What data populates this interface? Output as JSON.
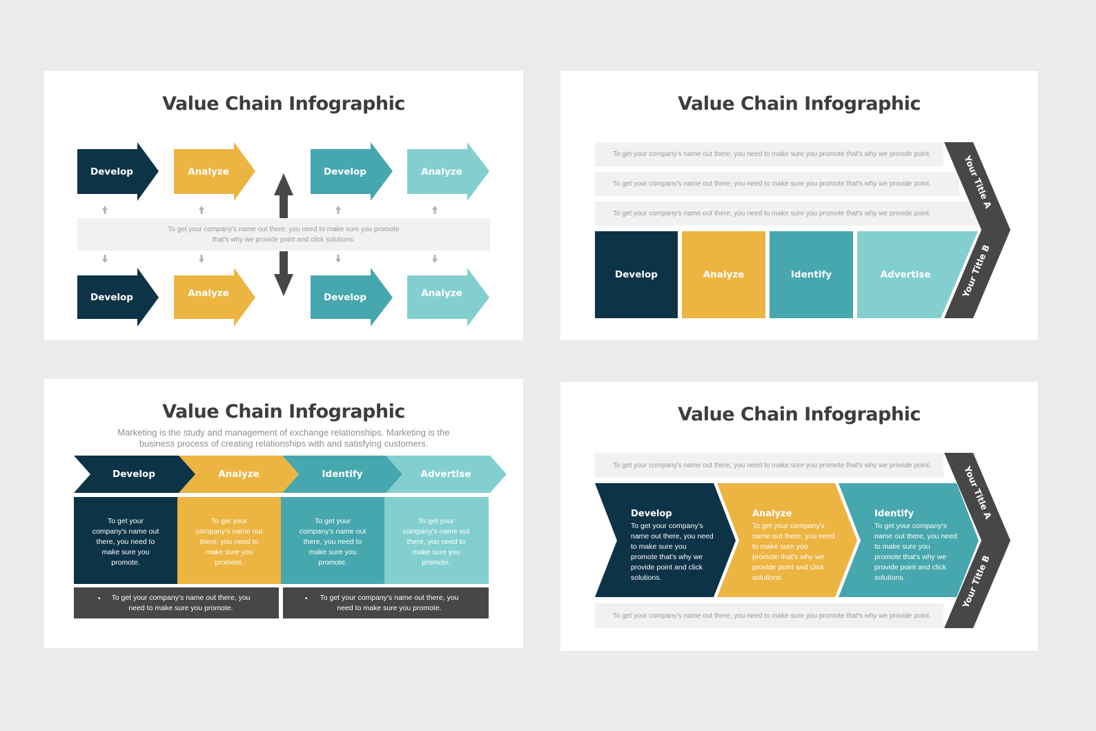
{
  "colors": {
    "navy": "#0d3347",
    "yellow": "#ecb441",
    "teal": "#46a7ae",
    "light_teal": "#83cfcf",
    "dark_gray": "#474747",
    "light_gray": "#f1f1f1"
  },
  "slide1": {
    "title": "Value Chain Infographic",
    "top_row": [
      "Develop",
      "Analyze",
      "Develop",
      "Analyze"
    ],
    "bottom_row": [
      "Develop",
      "Analyze",
      "Develop",
      "Analyze"
    ],
    "center_text": "To get your company's name out there, you need to make sure you promote that's why we provide point and click solutions."
  },
  "slide2": {
    "title": "Value Chain Infographic",
    "rows": [
      "To get your company's name out there, you need to make sure you promote that's why we provide point.",
      "To get your company's name out there, you need to make sure you promote that's why we provide point.",
      "To get your company's name out there, you need to make sure you promote that's why we provide point."
    ],
    "blocks": [
      "Develop",
      "Analyze",
      "Identify",
      "Advertise"
    ],
    "title_a": "Your Title A",
    "title_b": "Your Title B"
  },
  "slide3": {
    "title": "Value Chain Infographic",
    "subtitle": "Marketing is the study and management of exchange relationships. Marketing is the business process of creating relationships with and satisfying customers.",
    "chevrons": [
      "Develop",
      "Analyze",
      "Identify",
      "Advertise"
    ],
    "column_text": [
      "To get your company's name out there, you need to make sure you promote.",
      "To get your company's name out there, you need to make sure you promote.",
      "To get your company's name out there, you need to make sure you promote.",
      "To get your company's name out there, you need to make sure you promote."
    ],
    "bullets": [
      "To get your company's name out there, you need to make sure you promote.",
      "To get your company's name out there, you need to make sure you promote."
    ]
  },
  "slide4": {
    "title": "Value Chain Infographic",
    "top_row": "To get your company's name out there, you need to make sure you promote that's why we provide point.",
    "bottom_row": "To get your company's name out there, you need to make sure you promote that's why we provide point.",
    "chevrons": [
      {
        "title": "Develop",
        "text": "To get your company's name out there, you need to make sure you promote that's why we provide point and click solutions."
      },
      {
        "title": "Analyze",
        "text": "To get your company's name out there, you need to make sure you promote that's why we provide point and click solutions."
      },
      {
        "title": "Identify",
        "text": "To get your company's name out there, you need to make sure you promote that's why we provide point and click solutions."
      }
    ],
    "title_a": "Your Title A",
    "title_b": "Your Title B"
  }
}
